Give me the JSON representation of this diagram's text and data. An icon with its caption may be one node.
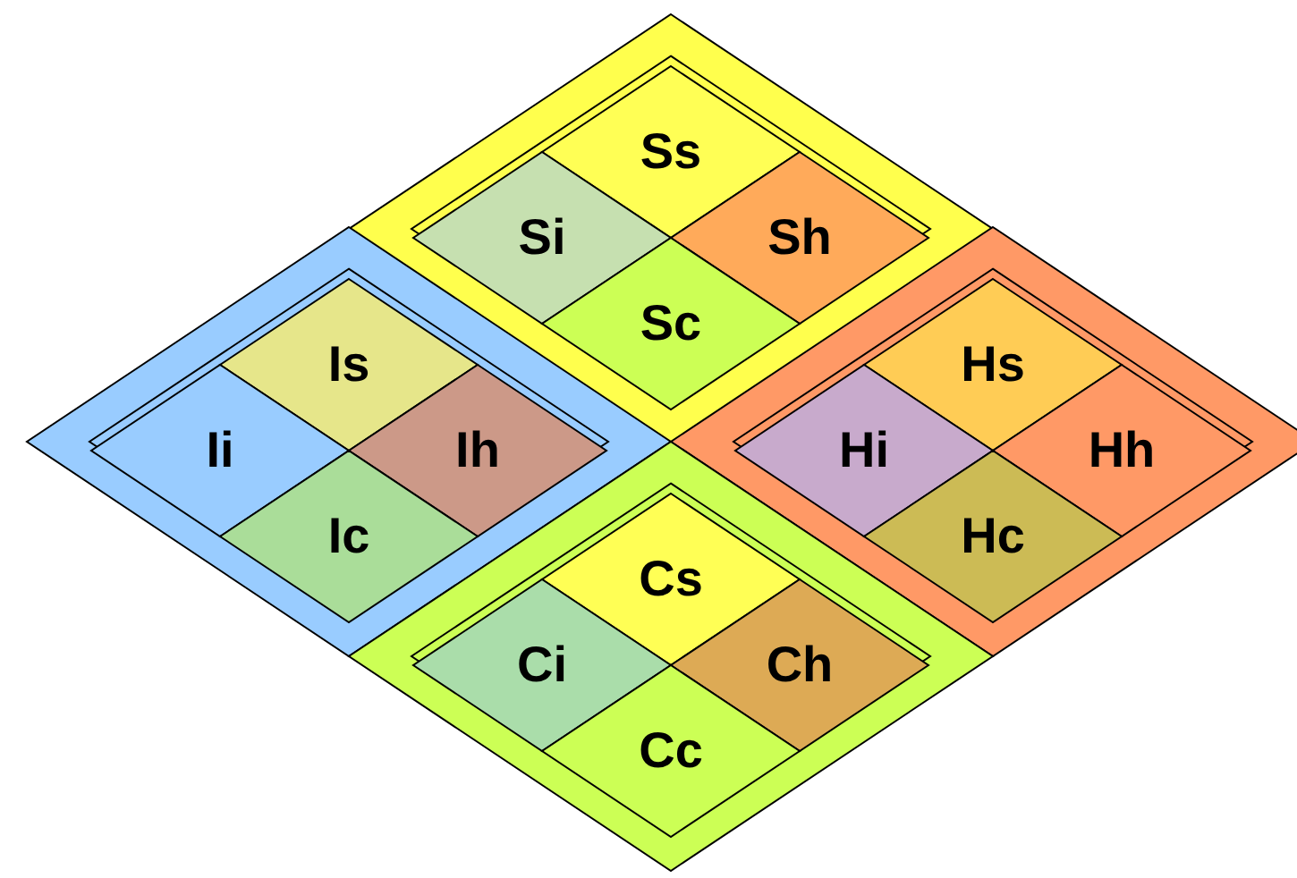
{
  "diagram": {
    "nodes": [
      {
        "text": [],
        "shape": "diamond"
      },
      {
        "text": [
          "Ss"
        ],
        "in": 0
      },
      {
        "text": [
          "Si"
        ],
        "in": 0
      },
      {
        "text": [
          "Sh"
        ],
        "in": 0
      },
      {
        "text": [
          "Sc"
        ],
        "in": 0
      },
      {
        "text": [],
        "shape": "diamond"
      },
      {
        "text": [
          "Is"
        ],
        "in": 5
      },
      {
        "text": [
          "Ii"
        ],
        "in": 5
      },
      {
        "text": [
          "Ih"
        ],
        "in": 5
      },
      {
        "text": [
          "Ic"
        ],
        "in": 5
      },
      {
        "text": [],
        "shape": "diamond"
      },
      {
        "text": [
          "Hs"
        ],
        "in": 10
      },
      {
        "text": [
          "Hi"
        ],
        "in": 10
      },
      {
        "text": [
          "Hh"
        ],
        "in": 10
      },
      {
        "text": [
          "Hc"
        ],
        "in": 10
      },
      {
        "text": [],
        "shape": "diamond"
      },
      {
        "text": [
          "Cs"
        ],
        "in": 15
      },
      {
        "text": [
          "Ci"
        ],
        "in": 15
      },
      {
        "text": [
          "Ch"
        ],
        "in": 15
      },
      {
        "text": [
          "Cc"
        ],
        "in": 15
      }
    ]
  }
}
